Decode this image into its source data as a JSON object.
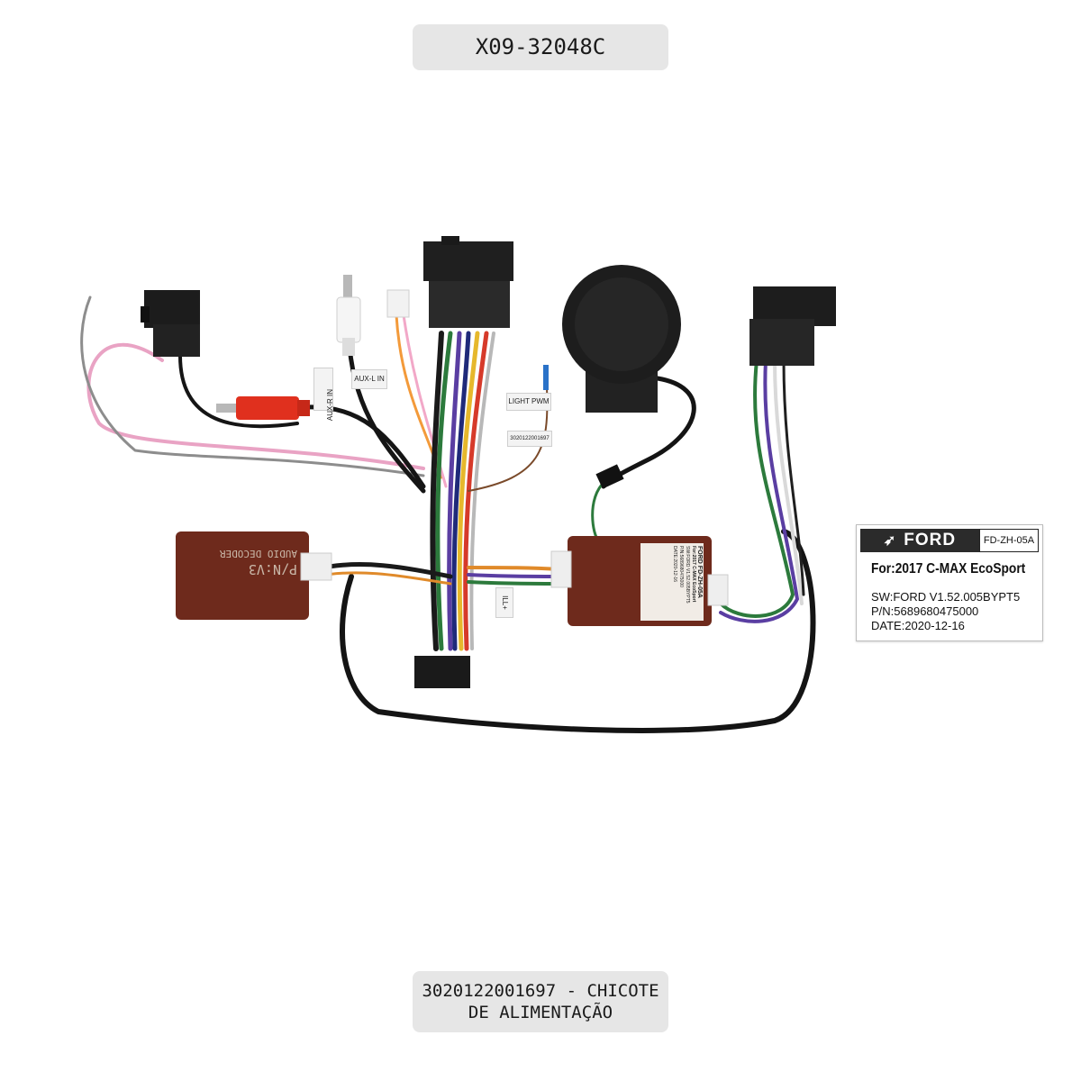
{
  "header": {
    "model_code": "X09-32048C"
  },
  "footer": {
    "line1": "3020122001697 - CHICOTE",
    "line2": "DE ALIMENTAÇÃO"
  },
  "labels": {
    "aux_r": "AUX-R IN",
    "aux_l": "AUX-L IN",
    "light_pwm": "LIGHT PWM",
    "part_tag": "3020122001697",
    "ill": "ILL+"
  },
  "audio_decoder": {
    "name": "AUDIO DECODER",
    "pn": "P/N:V3"
  },
  "canbus_module": {
    "brand": "FORD",
    "code": "FD-ZH-05A",
    "model": "For:2017 C-MAX EcoSport",
    "sw": "SW:FORD V1.52.005BYPT5",
    "pn": "P/N:5689680475000",
    "date": "DATE:2020-12-16"
  },
  "sticker": {
    "brand": "FORD",
    "code": "FD-ZH-05A",
    "model": "For:2017 C-MAX  EcoSport",
    "sw": "SW:FORD V1.52.005BYPT5",
    "pn": "P/N:5689680475000",
    "date": "DATE:2020-12-16"
  },
  "colors": {
    "pill_bg": "#e6e6e6",
    "module_brown": "#6e2a1c",
    "connector_black": "#1c1c1c",
    "rca_red": "#e0301e"
  }
}
